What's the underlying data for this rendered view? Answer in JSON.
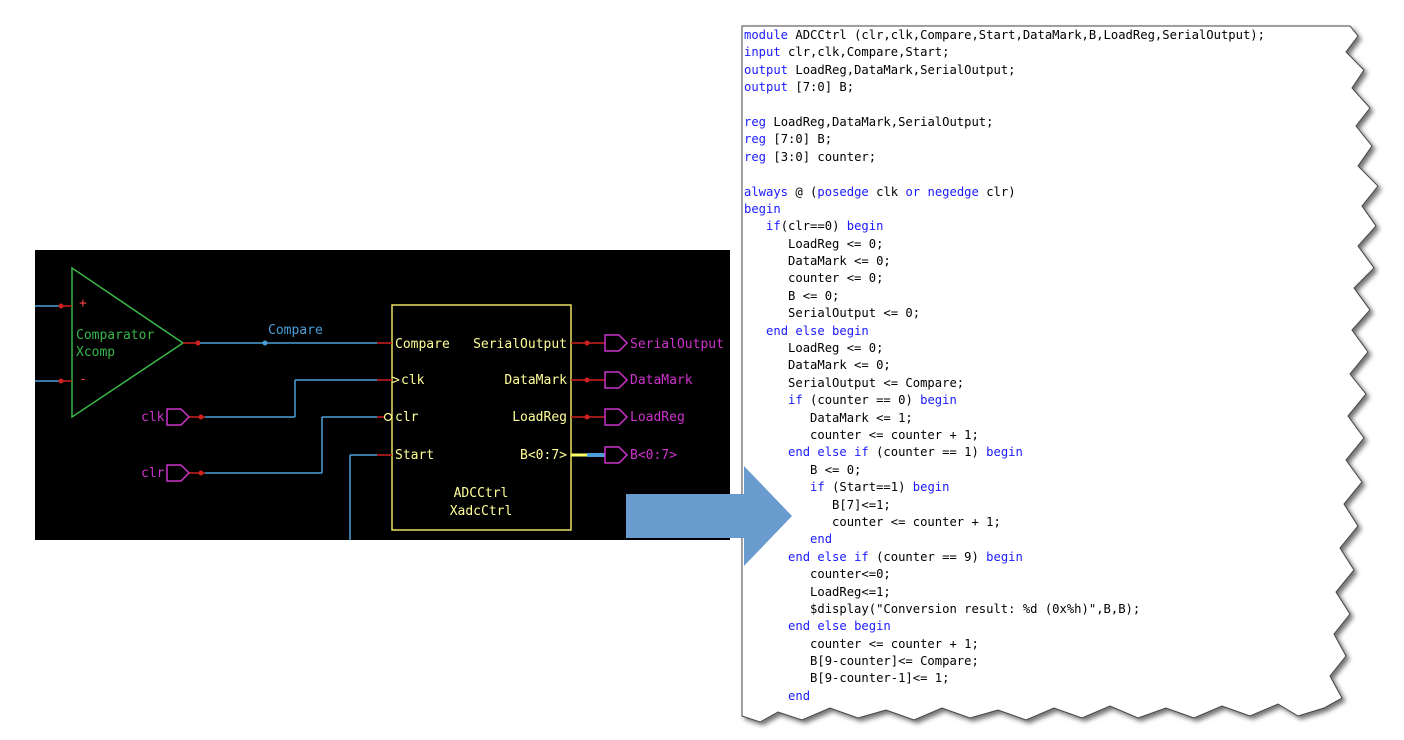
{
  "schematic": {
    "comparator": {
      "label": "Comparator",
      "instance": "Xcomp",
      "plus": "+",
      "minus": "-"
    },
    "wire_labels": {
      "compare": "Compare"
    },
    "block": {
      "name": "ADCCtrl",
      "instance": "XadcCtrl",
      "inputs": [
        "Compare",
        "clk",
        "clr",
        "Start"
      ],
      "outputs": [
        "SerialOutput",
        "DataMark",
        "LoadReg",
        "B<0:7>"
      ]
    },
    "input_ports": [
      "clk",
      "clr"
    ],
    "output_ports": [
      "SerialOutput",
      "DataMark",
      "LoadReg",
      "B<0:7>"
    ]
  },
  "code": {
    "lines": [
      [
        [
          "kw",
          "module"
        ],
        [
          "t",
          " ADCCtrl (clr,clk,Compare,Start,DataMark,B,LoadReg,SerialOutput);"
        ]
      ],
      [
        [
          "kw",
          "input"
        ],
        [
          "t",
          " clr,clk,Compare,Start;"
        ]
      ],
      [
        [
          "kw",
          "output"
        ],
        [
          "t",
          " LoadReg,DataMark,SerialOutput;"
        ]
      ],
      [
        [
          "kw",
          "output"
        ],
        [
          "t",
          " [7:0] B;"
        ]
      ],
      [
        [
          "t",
          ""
        ]
      ],
      [
        [
          "kw",
          "reg"
        ],
        [
          "t",
          " LoadReg,DataMark,SerialOutput;"
        ]
      ],
      [
        [
          "kw",
          "reg"
        ],
        [
          "t",
          " [7:0] B;"
        ]
      ],
      [
        [
          "kw",
          "reg"
        ],
        [
          "t",
          " [3:0] counter;"
        ]
      ],
      [
        [
          "t",
          ""
        ]
      ],
      [
        [
          "kw",
          "always"
        ],
        [
          "t",
          " @ ("
        ],
        [
          "kw",
          "posedge"
        ],
        [
          "t",
          " clk "
        ],
        [
          "kw",
          "or"
        ],
        [
          "t",
          " "
        ],
        [
          "kw",
          "negedge"
        ],
        [
          "t",
          " clr)"
        ]
      ],
      [
        [
          "kw",
          "begin"
        ]
      ],
      [
        [
          "t",
          "   "
        ],
        [
          "kw",
          "if"
        ],
        [
          "t",
          "(clr==0) "
        ],
        [
          "kw",
          "begin"
        ]
      ],
      [
        [
          "t",
          "      LoadReg <= 0;"
        ]
      ],
      [
        [
          "t",
          "      DataMark <= 0;"
        ]
      ],
      [
        [
          "t",
          "      counter <= 0;"
        ]
      ],
      [
        [
          "t",
          "      B <= 0;"
        ]
      ],
      [
        [
          "t",
          "      SerialOutput <= 0;"
        ]
      ],
      [
        [
          "t",
          "   "
        ],
        [
          "kw",
          "end else begin"
        ]
      ],
      [
        [
          "t",
          "      LoadReg <= 0;"
        ]
      ],
      [
        [
          "t",
          "      DataMark <= 0;"
        ]
      ],
      [
        [
          "t",
          "      SerialOutput <= Compare;"
        ]
      ],
      [
        [
          "t",
          "      "
        ],
        [
          "kw",
          "if"
        ],
        [
          "t",
          " (counter == 0) "
        ],
        [
          "kw",
          "begin"
        ]
      ],
      [
        [
          "t",
          "         DataMark <= 1;"
        ]
      ],
      [
        [
          "t",
          "         counter <= counter + 1;"
        ]
      ],
      [
        [
          "t",
          "      "
        ],
        [
          "kw",
          "end else if"
        ],
        [
          "t",
          " (counter == 1) "
        ],
        [
          "kw",
          "begin"
        ]
      ],
      [
        [
          "t",
          "         B <= 0;"
        ]
      ],
      [
        [
          "t",
          "         "
        ],
        [
          "kw",
          "if"
        ],
        [
          "t",
          " (Start==1) "
        ],
        [
          "kw",
          "begin"
        ]
      ],
      [
        [
          "t",
          "            B[7]<=1;"
        ]
      ],
      [
        [
          "t",
          "            counter <= counter + 1;"
        ]
      ],
      [
        [
          "t",
          "         "
        ],
        [
          "kw",
          "end"
        ]
      ],
      [
        [
          "t",
          "      "
        ],
        [
          "kw",
          "end else if"
        ],
        [
          "t",
          " (counter == 9) "
        ],
        [
          "kw",
          "begin"
        ]
      ],
      [
        [
          "t",
          "         counter<=0;"
        ]
      ],
      [
        [
          "t",
          "         LoadReg<=1;"
        ]
      ],
      [
        [
          "t",
          "         $display(\"Conversion result: %d (0x%h)\",B,B);"
        ]
      ],
      [
        [
          "t",
          "      "
        ],
        [
          "kw",
          "end else begin"
        ]
      ],
      [
        [
          "t",
          "         counter <= counter + 1;"
        ]
      ],
      [
        [
          "t",
          "         B[9-counter]<= Compare;"
        ]
      ],
      [
        [
          "t",
          "         B[9-counter-1]<= 1;"
        ]
      ],
      [
        [
          "t",
          "      "
        ],
        [
          "kw",
          "end"
        ]
      ]
    ]
  },
  "colors": {
    "wire": "#4a9fd8",
    "component": "#39b54a",
    "block_outline": "#e8e060",
    "pin_text": "#ffff99",
    "port": "#cc33cc",
    "pin_dot": "#d02020",
    "arrow": "#6a9bcf",
    "keyword": "#1a1aff"
  }
}
